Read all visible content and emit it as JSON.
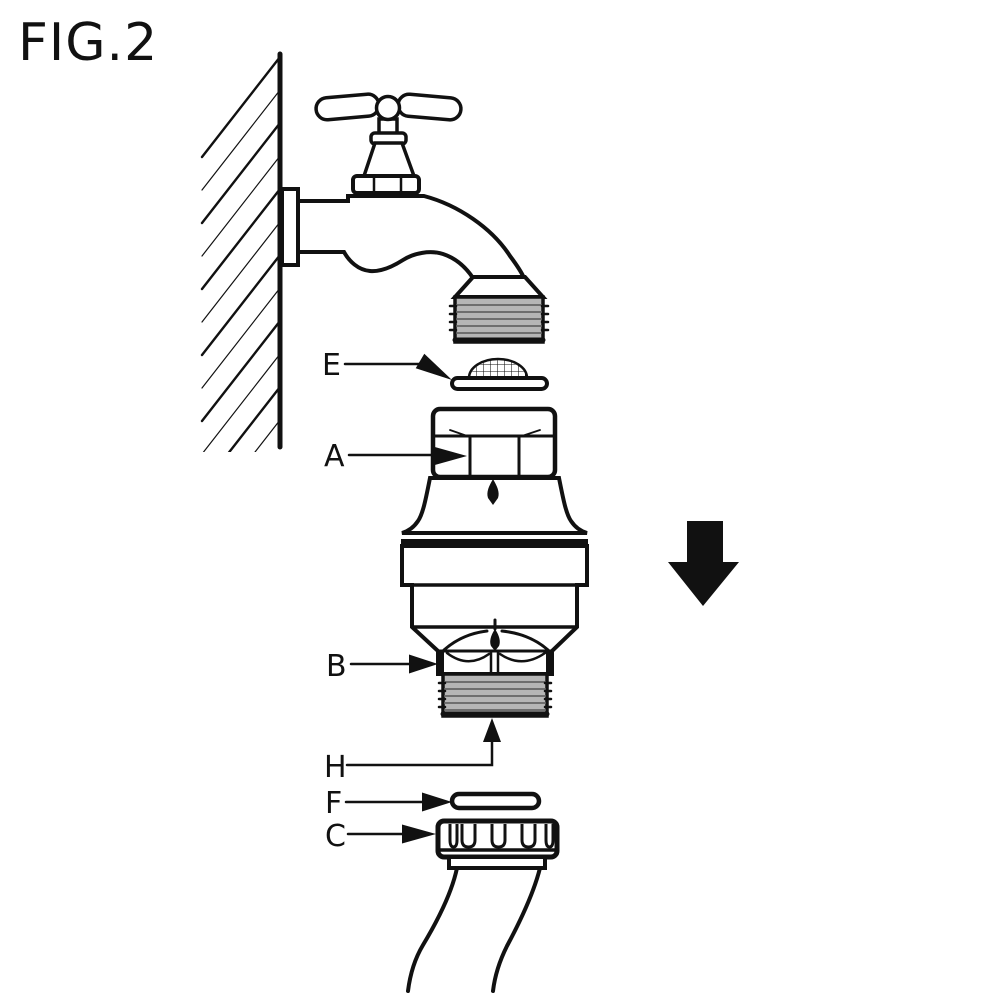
{
  "figure": {
    "title": "FIG.2"
  },
  "callouts": {
    "E": "E",
    "A": "A",
    "B": "B",
    "H": "H",
    "F": "F",
    "C": "C"
  },
  "callout_order": [
    "E",
    "A",
    "B",
    "H",
    "F",
    "C"
  ],
  "icons": {
    "assembly_direction": "down-arrow-icon"
  },
  "colors": {
    "ink": "#111111",
    "background": "#ffffff",
    "thread_fill": "#b5b5b5",
    "thread_ridge": "#6e6e6e"
  }
}
